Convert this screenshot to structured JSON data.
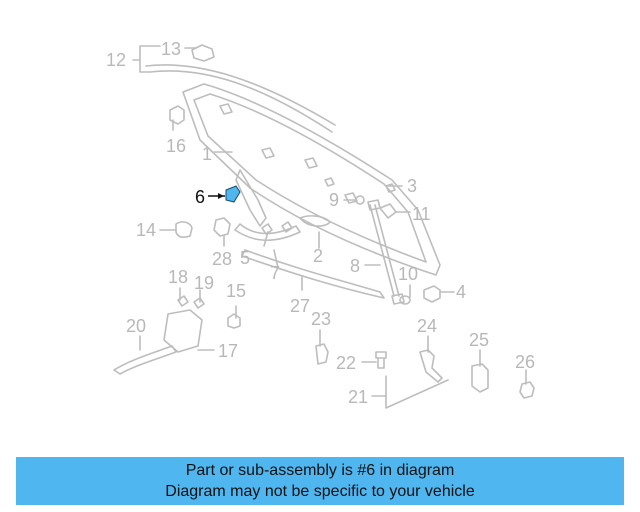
{
  "diagram": {
    "highlight_color": "#4fb6ef",
    "line_color": "#b8b8b8",
    "callouts": {
      "c1": "1",
      "c2": "2",
      "c3": "3",
      "c4": "4",
      "c5": "5",
      "c6": "6",
      "c7": "7",
      "c8": "8",
      "c9": "9",
      "c10": "10",
      "c11": "11",
      "c12": "12",
      "c13": "13",
      "c14": "14",
      "c15": "15",
      "c16": "16",
      "c17": "17",
      "c18": "18",
      "c19": "19",
      "c20": "20",
      "c21": "21",
      "c22": "22",
      "c23": "23",
      "c24": "24",
      "c25": "25",
      "c26": "26",
      "c27": "27",
      "c28": "28"
    }
  },
  "banner": {
    "line1": "Part or sub-assembly is #6 in diagram",
    "line2": "Diagram may not be specific to your vehicle",
    "background": "#4fb6ef"
  }
}
